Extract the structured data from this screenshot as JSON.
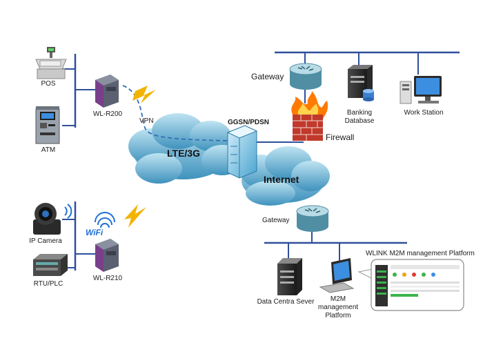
{
  "left": {
    "pos": "POS",
    "atm": "ATM",
    "router_top": "WL-R200",
    "vpn": "VPN",
    "ip_camera": "IP Camera",
    "rtu_plc": "RTU/PLC",
    "wifi": "WiFi",
    "router_bottom": "WL-R210"
  },
  "core": {
    "lte": "LTE/3G",
    "ggsn": "GGSN/PDSN",
    "internet": "Internet",
    "firewall": "Firewall"
  },
  "top_right": {
    "gateway": "Gateway",
    "banking_database": [
      "Banking",
      "Database"
    ],
    "work_station": "Work Station"
  },
  "bottom_right": {
    "gateway": "Gateway",
    "platform_title": "WLINK M2M management Platform",
    "data_server": "Data Centra Sever",
    "m2m_platform": [
      "M2M",
      "management",
      "Platform"
    ]
  },
  "colors": {
    "bus_line": "#2f4f9b",
    "cloud": "#7fc3dd",
    "cloud_dark": "#3f8fb7",
    "router": "#7fb6c9",
    "vpn_dash": "#2f6fb3",
    "lightning": "#f2b400",
    "firewall_brick": "#c0392b",
    "flame": "#ff7a00"
  }
}
